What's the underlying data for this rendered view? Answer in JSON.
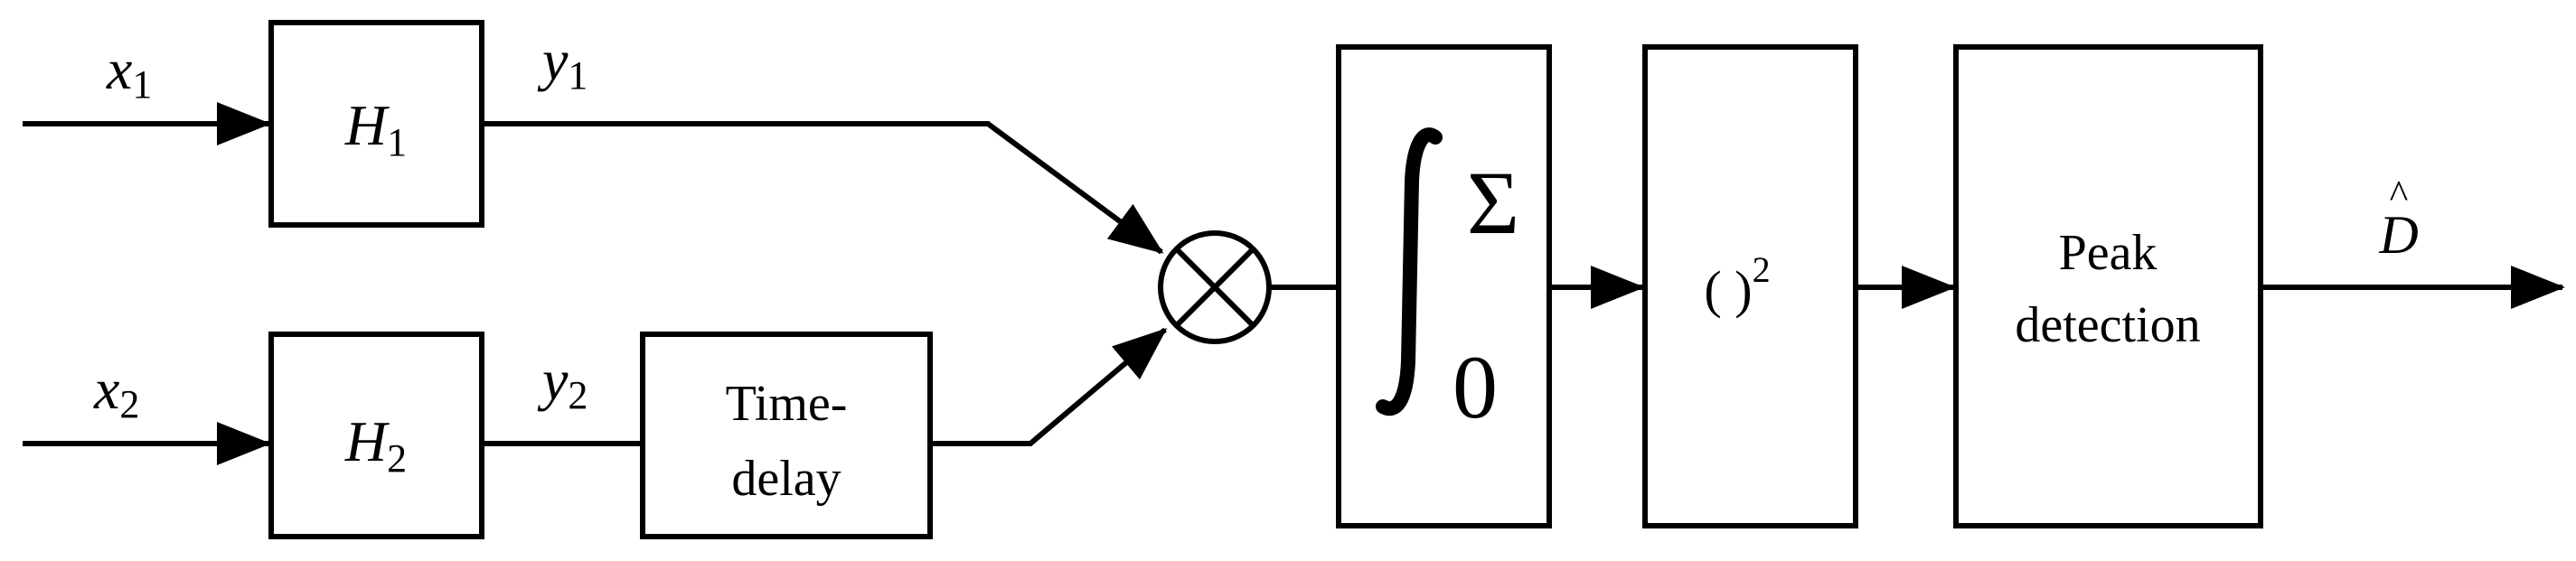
{
  "inputs": {
    "x1": {
      "sym": "x",
      "sub": "1"
    },
    "x2": {
      "sym": "x",
      "sub": "2"
    }
  },
  "signals": {
    "y1": {
      "sym": "y",
      "sub": "1"
    },
    "y2": {
      "sym": "y",
      "sub": "2"
    }
  },
  "blocks": {
    "h1": {
      "sym": "H",
      "sub": "1"
    },
    "h2": {
      "sym": "H",
      "sub": "2"
    },
    "time_delay": {
      "line1": "Time-",
      "line2": "delay"
    },
    "integrator": {
      "upper": "Σ",
      "lower": "0"
    },
    "square": {
      "text": "( )",
      "sup": "2"
    },
    "peak": {
      "line1": "Peak",
      "line2": "detection"
    }
  },
  "output": {
    "label": "D",
    "accent": "^"
  }
}
